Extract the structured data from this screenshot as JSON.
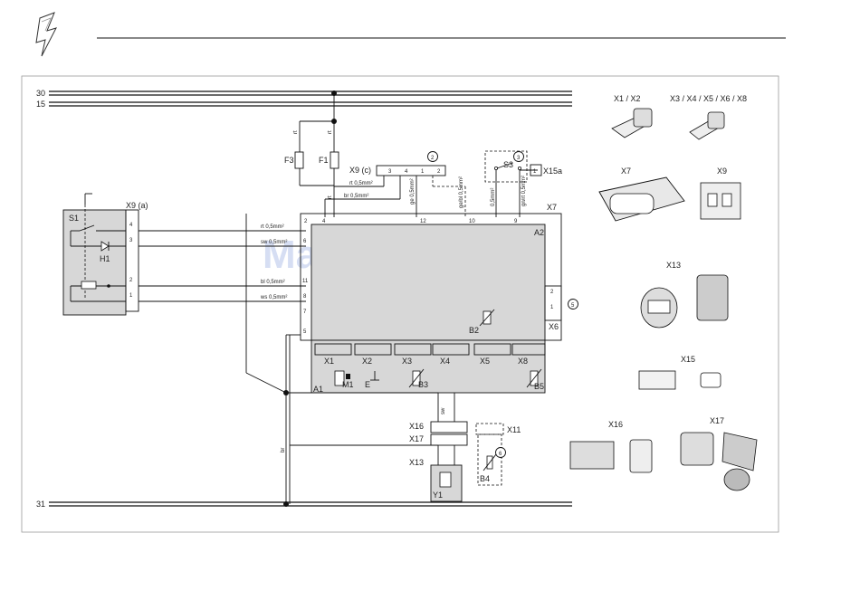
{
  "bus": {
    "b30": "30",
    "b15": "15",
    "b31": "31"
  },
  "fuses": {
    "f3": "F3",
    "f1": "F1"
  },
  "wires": {
    "rt": "rt",
    "br": "br",
    "rt05": "rt 0,5mm²",
    "br05": "br 0,5mm²",
    "sw05": "sw 0,5mm²",
    "bl05": "bl 0,5mm²",
    "ws05": "ws 0,5mm²",
    "ge05": "ge 0,5mm²",
    "gebl05": "ge/bl 0,5mm²",
    "gnrt05": "gn/rt 0,5mm²",
    "sw": "sw",
    "sw05b": "0,5mm²"
  },
  "connectors": {
    "x9c": "X9 (c)",
    "x9a": "X9 (a)",
    "x7": "X7",
    "x6": "X6",
    "x15a": "X15a",
    "x16": "X16",
    "x17": "X17",
    "x13": "X13",
    "x11": "X11",
    "x1": "X1",
    "x2": "X2",
    "x3": "X3",
    "x4": "X4",
    "x5": "X5",
    "x8": "X8"
  },
  "components": {
    "s1": "S1",
    "h1": "H1",
    "s3": "S3",
    "a2": "A2",
    "b2": "B2",
    "a1": "A1",
    "m1": "M1",
    "e": "E",
    "b3": "B3",
    "b5": "B5",
    "b4": "B4",
    "y1": "Y1"
  },
  "callouts": {
    "c2": "2",
    "c3": "3",
    "c5": "5",
    "c6": "6"
  },
  "pins": {
    "x7_2": "2",
    "x7_4": "4",
    "x7_12": "12",
    "x7_10": "10",
    "x7_9": "9",
    "a2_6": "6",
    "a2_11": "11",
    "a2_8": "8",
    "a2_7": "7",
    "a2_5": "5",
    "x6_2": "2",
    "x6_1": "1",
    "x9c_3": "3",
    "x9c_4": "4",
    "x9c_1": "1",
    "x9c_2": "2",
    "x9a_4": "4",
    "x9a_3": "3",
    "x9a_2": "2",
    "x9a_1": "1",
    "x15a_1": "1"
  },
  "legend": {
    "title_x1x2": "X1 / X2",
    "title_x3x8": "X3 / X4 / X5 / X6 / X8",
    "title_x7": "X7",
    "title_x9": "X9",
    "title_x13": "X13",
    "title_x15": "X15",
    "title_x16": "X16",
    "title_x17": "X17"
  },
  "watermark": "ManualsLib.de"
}
